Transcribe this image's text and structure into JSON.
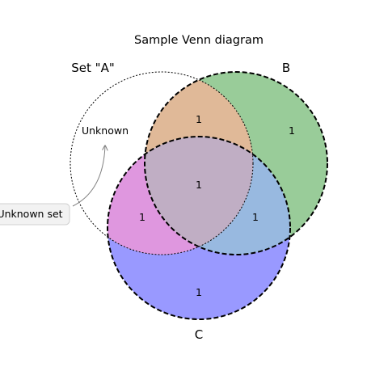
{
  "title": "Sample Venn diagram",
  "sets": {
    "a_label": "Set \"A\"",
    "b_label": "B",
    "c_label": "C"
  },
  "regions": {
    "a_only": "Unknown",
    "b_only": "1",
    "ab": "1",
    "c_only": "1",
    "ac": "1",
    "bc": "1",
    "abc": "1"
  },
  "annotation": {
    "text": "Unknown set"
  },
  "colors": {
    "ab": "#e0b998",
    "b_only": "#99cc99",
    "abc": "#c0aec4",
    "ac": "#df97df",
    "bc": "#98b9e0",
    "c_only": "#9999ff",
    "arrow": "#808080"
  }
}
